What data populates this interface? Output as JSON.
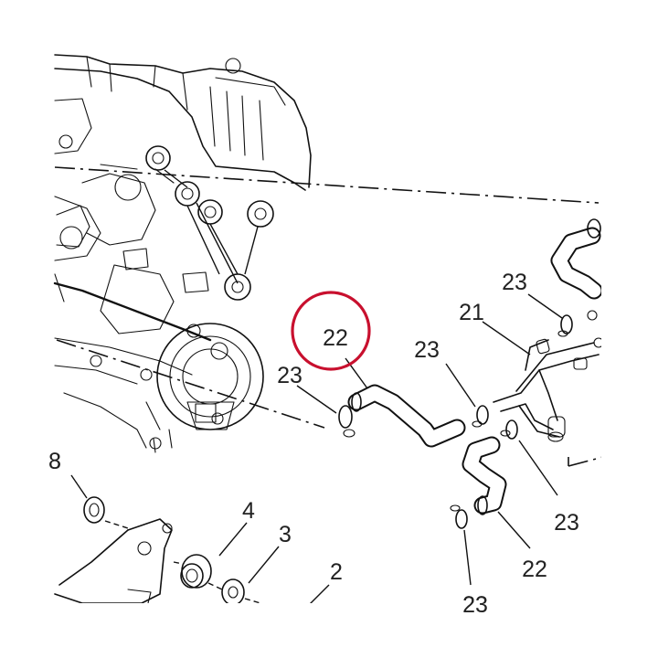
{
  "diagram": {
    "labels": {
      "hose_highlight": "22",
      "hose_lower": "22",
      "junction": "21",
      "clamp_top": "23",
      "clamp_mid": "23",
      "clamp_left": "23",
      "clamp_right_lower": "23",
      "clamp_bottom": "23",
      "part_4": "4",
      "part_3": "3",
      "part_2": "2",
      "part_partial_left": "8"
    },
    "highlight_color": "#c8102e",
    "line_color": "#111111"
  }
}
